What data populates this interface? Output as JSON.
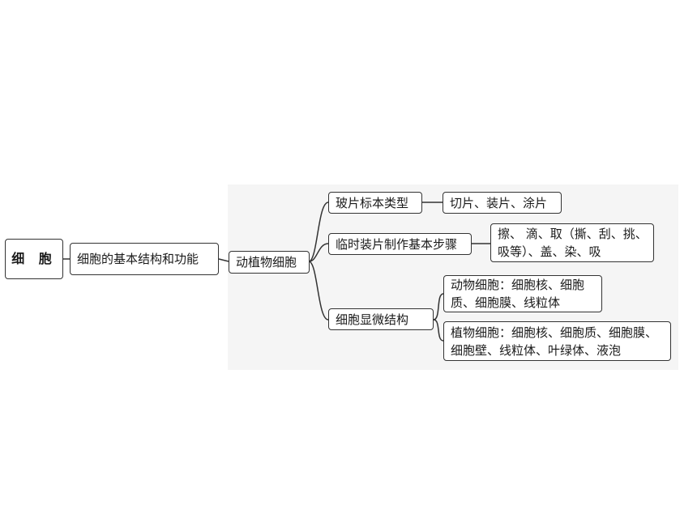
{
  "mindmap": {
    "root": "细 胞",
    "level1": "细胞的基本结构和功能",
    "level2": "动植物细胞",
    "branches": [
      {
        "label": "玻片标本类型",
        "detail": [
          "切片、装片、涂片"
        ]
      },
      {
        "label": "临时装片制作基本步骤",
        "detail": [
          "擦、 滴、取（撕、刮、挑、",
          "吸等）、盖、染、吸"
        ]
      },
      {
        "label": "细胞显微结构",
        "children": [
          {
            "lines": [
              "动物细胞：细胞核、细胞",
              "质、细胞膜、线粒体"
            ]
          },
          {
            "lines": [
              "植物细胞：细胞核、细胞质、细胞膜、",
              "细胞壁、线粒体、叶绿体、液泡"
            ]
          }
        ]
      }
    ]
  }
}
